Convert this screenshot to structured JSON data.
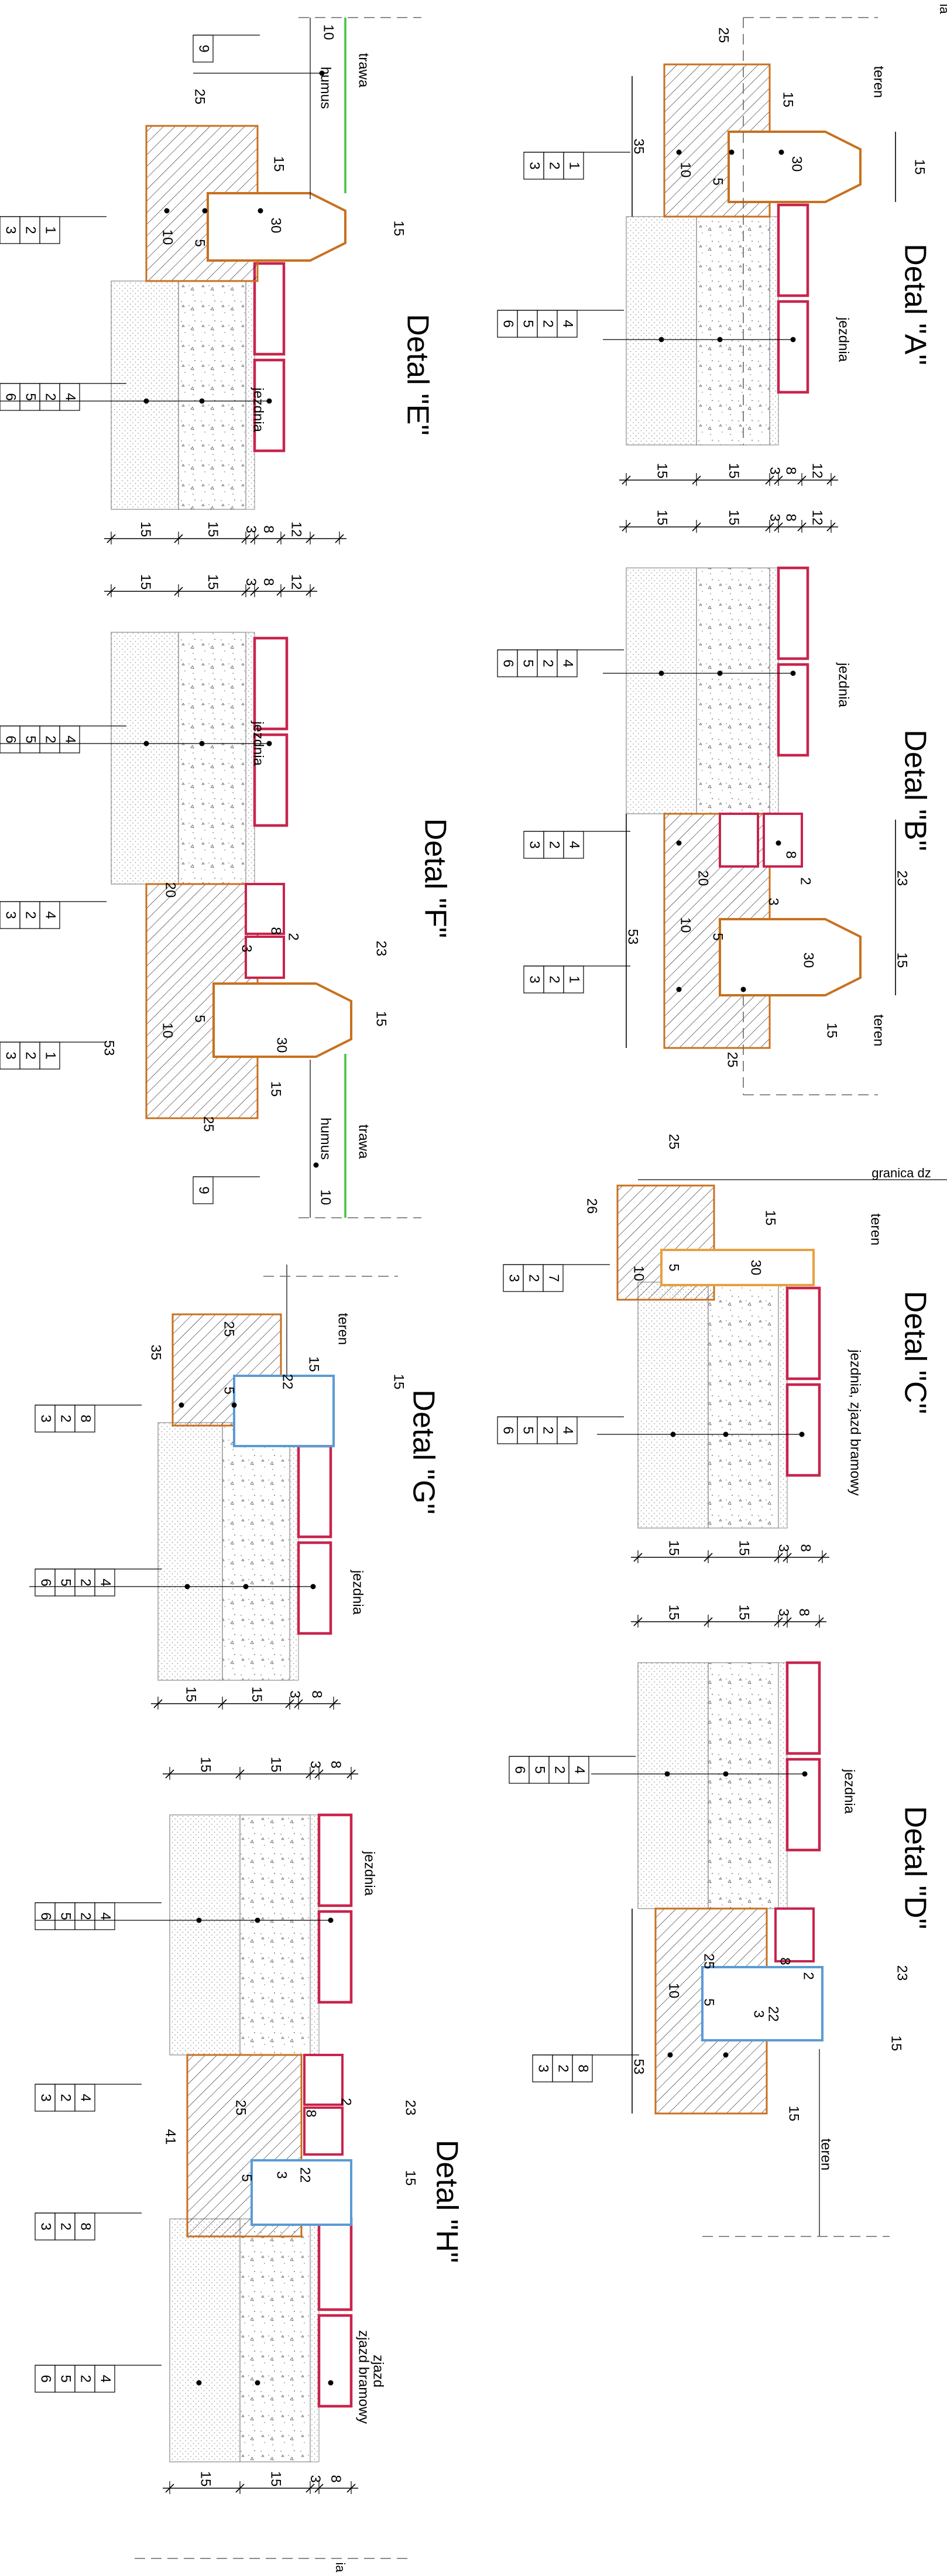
{
  "details": [
    {
      "id": "A",
      "title": "Detal \"A\"",
      "labels": [
        "teren",
        "jezdnia"
      ],
      "dims_across": [
        "15",
        "15",
        "3",
        "8",
        "12"
      ],
      "dims_along": [
        "25",
        "35",
        "15",
        "30",
        "10",
        "5",
        "15"
      ],
      "layers_left": [
        "3",
        "2",
        "1"
      ],
      "layers_right": [
        "6",
        "5",
        "2",
        "4"
      ],
      "curb_color": "#c8701e"
    },
    {
      "id": "B",
      "title": "Detal \"B\"",
      "labels": [
        "jezdnia",
        "teren"
      ],
      "dims_across": [
        "15",
        "15",
        "3",
        "8",
        "12"
      ],
      "dims_along": [
        "20",
        "3",
        "8",
        "2",
        "23",
        "53",
        "10",
        "5",
        "30",
        "15",
        "15",
        "25"
      ],
      "layers_left": [
        "6",
        "5",
        "2",
        "4"
      ],
      "layers_mid": [
        "3",
        "2",
        "4"
      ],
      "layers_right": [
        "3",
        "2",
        "1"
      ],
      "curb_color": "#c8701e"
    },
    {
      "id": "C",
      "title": "Detal \"C\"",
      "labels": [
        "granica dz",
        "teren",
        "jezdnia, zjazd bramowy"
      ],
      "dims_across": [
        "15",
        "15",
        "3",
        "8"
      ],
      "dims_along": [
        "25",
        "26",
        "15",
        "10",
        "5",
        "30"
      ],
      "layers_left": [
        "3",
        "2",
        "7"
      ],
      "layers_right": [
        "6",
        "5",
        "2",
        "4"
      ],
      "curb_color": "#e8a040"
    },
    {
      "id": "D",
      "title": "Detal \"D\"",
      "labels": [
        "jezdnia",
        "teren"
      ],
      "dims_across": [
        "15",
        "15",
        "3",
        "8"
      ],
      "dims_along": [
        "25",
        "8",
        "2",
        "23",
        "53",
        "10",
        "5",
        "3",
        "22",
        "15",
        "15"
      ],
      "layers_left": [
        "6",
        "5",
        "2",
        "4"
      ],
      "layers_right": [
        "3",
        "2",
        "8"
      ],
      "curb_color": "#5b9bd5"
    },
    {
      "id": "E",
      "title": "Detal \"E\"",
      "labels": [
        "trawa",
        "humus",
        "jezdnia"
      ],
      "dims_across": [
        "15",
        "15",
        "3",
        "8",
        "12"
      ],
      "dims_along": [
        "10",
        "9",
        "25",
        "15",
        "30",
        "10",
        "5",
        "15"
      ],
      "layers_left": [
        "3",
        "2",
        "1"
      ],
      "layers_right": [
        "6",
        "5",
        "2",
        "4"
      ],
      "curb_color": "#c8701e"
    },
    {
      "id": "F",
      "title": "Detal \"F\"",
      "labels": [
        "jezdnia",
        "trawa",
        "humus"
      ],
      "dims_across": [
        "15",
        "15",
        "3",
        "8",
        "12"
      ],
      "dims_along": [
        "20",
        "3",
        "8",
        "2",
        "23",
        "53",
        "10",
        "5",
        "30",
        "15",
        "15",
        "25",
        "10",
        "9"
      ],
      "layers_left": [
        "6",
        "5",
        "2",
        "4"
      ],
      "layers_mid": [
        "3",
        "2",
        "4"
      ],
      "layers_right": [
        "3",
        "2",
        "1"
      ],
      "curb_color": "#c8701e"
    },
    {
      "id": "G",
      "title": "Detal \"G\"",
      "labels": [
        "teren",
        "jezdnia"
      ],
      "dims_across": [
        "15",
        "15",
        "3",
        "8"
      ],
      "dims_along": [
        "25",
        "35",
        "15",
        "22",
        "5",
        "15"
      ],
      "layers_left": [
        "3",
        "2",
        "8"
      ],
      "layers_right": [
        "6",
        "5",
        "2",
        "4"
      ],
      "curb_color": "#5b9bd5"
    },
    {
      "id": "H",
      "title": "Detal \"H\"",
      "labels": [
        "jezdnia",
        "zjazd",
        "zjazd bramowy"
      ],
      "dims_across": [
        "15",
        "15",
        "3",
        "8"
      ],
      "dims_along": [
        "25",
        "8",
        "2",
        "23",
        "41",
        "5",
        "3",
        "22",
        "15"
      ],
      "layers_left": [
        "6",
        "5",
        "2",
        "4"
      ],
      "layers_mid": [
        "3",
        "2",
        "4"
      ],
      "layers_right": [
        "3",
        "2",
        "8"
      ],
      "layers_far": [
        "6",
        "5",
        "2",
        "4"
      ],
      "curb_color": "#5b9bd5"
    }
  ],
  "edge_fragments": [
    "ia",
    "ia"
  ],
  "colors": {
    "paver": "#c8244c",
    "curb_orange": "#c8701e",
    "curb_blue": "#5b9bd5",
    "grass": "#3ec63e",
    "hatch": "#000000"
  }
}
